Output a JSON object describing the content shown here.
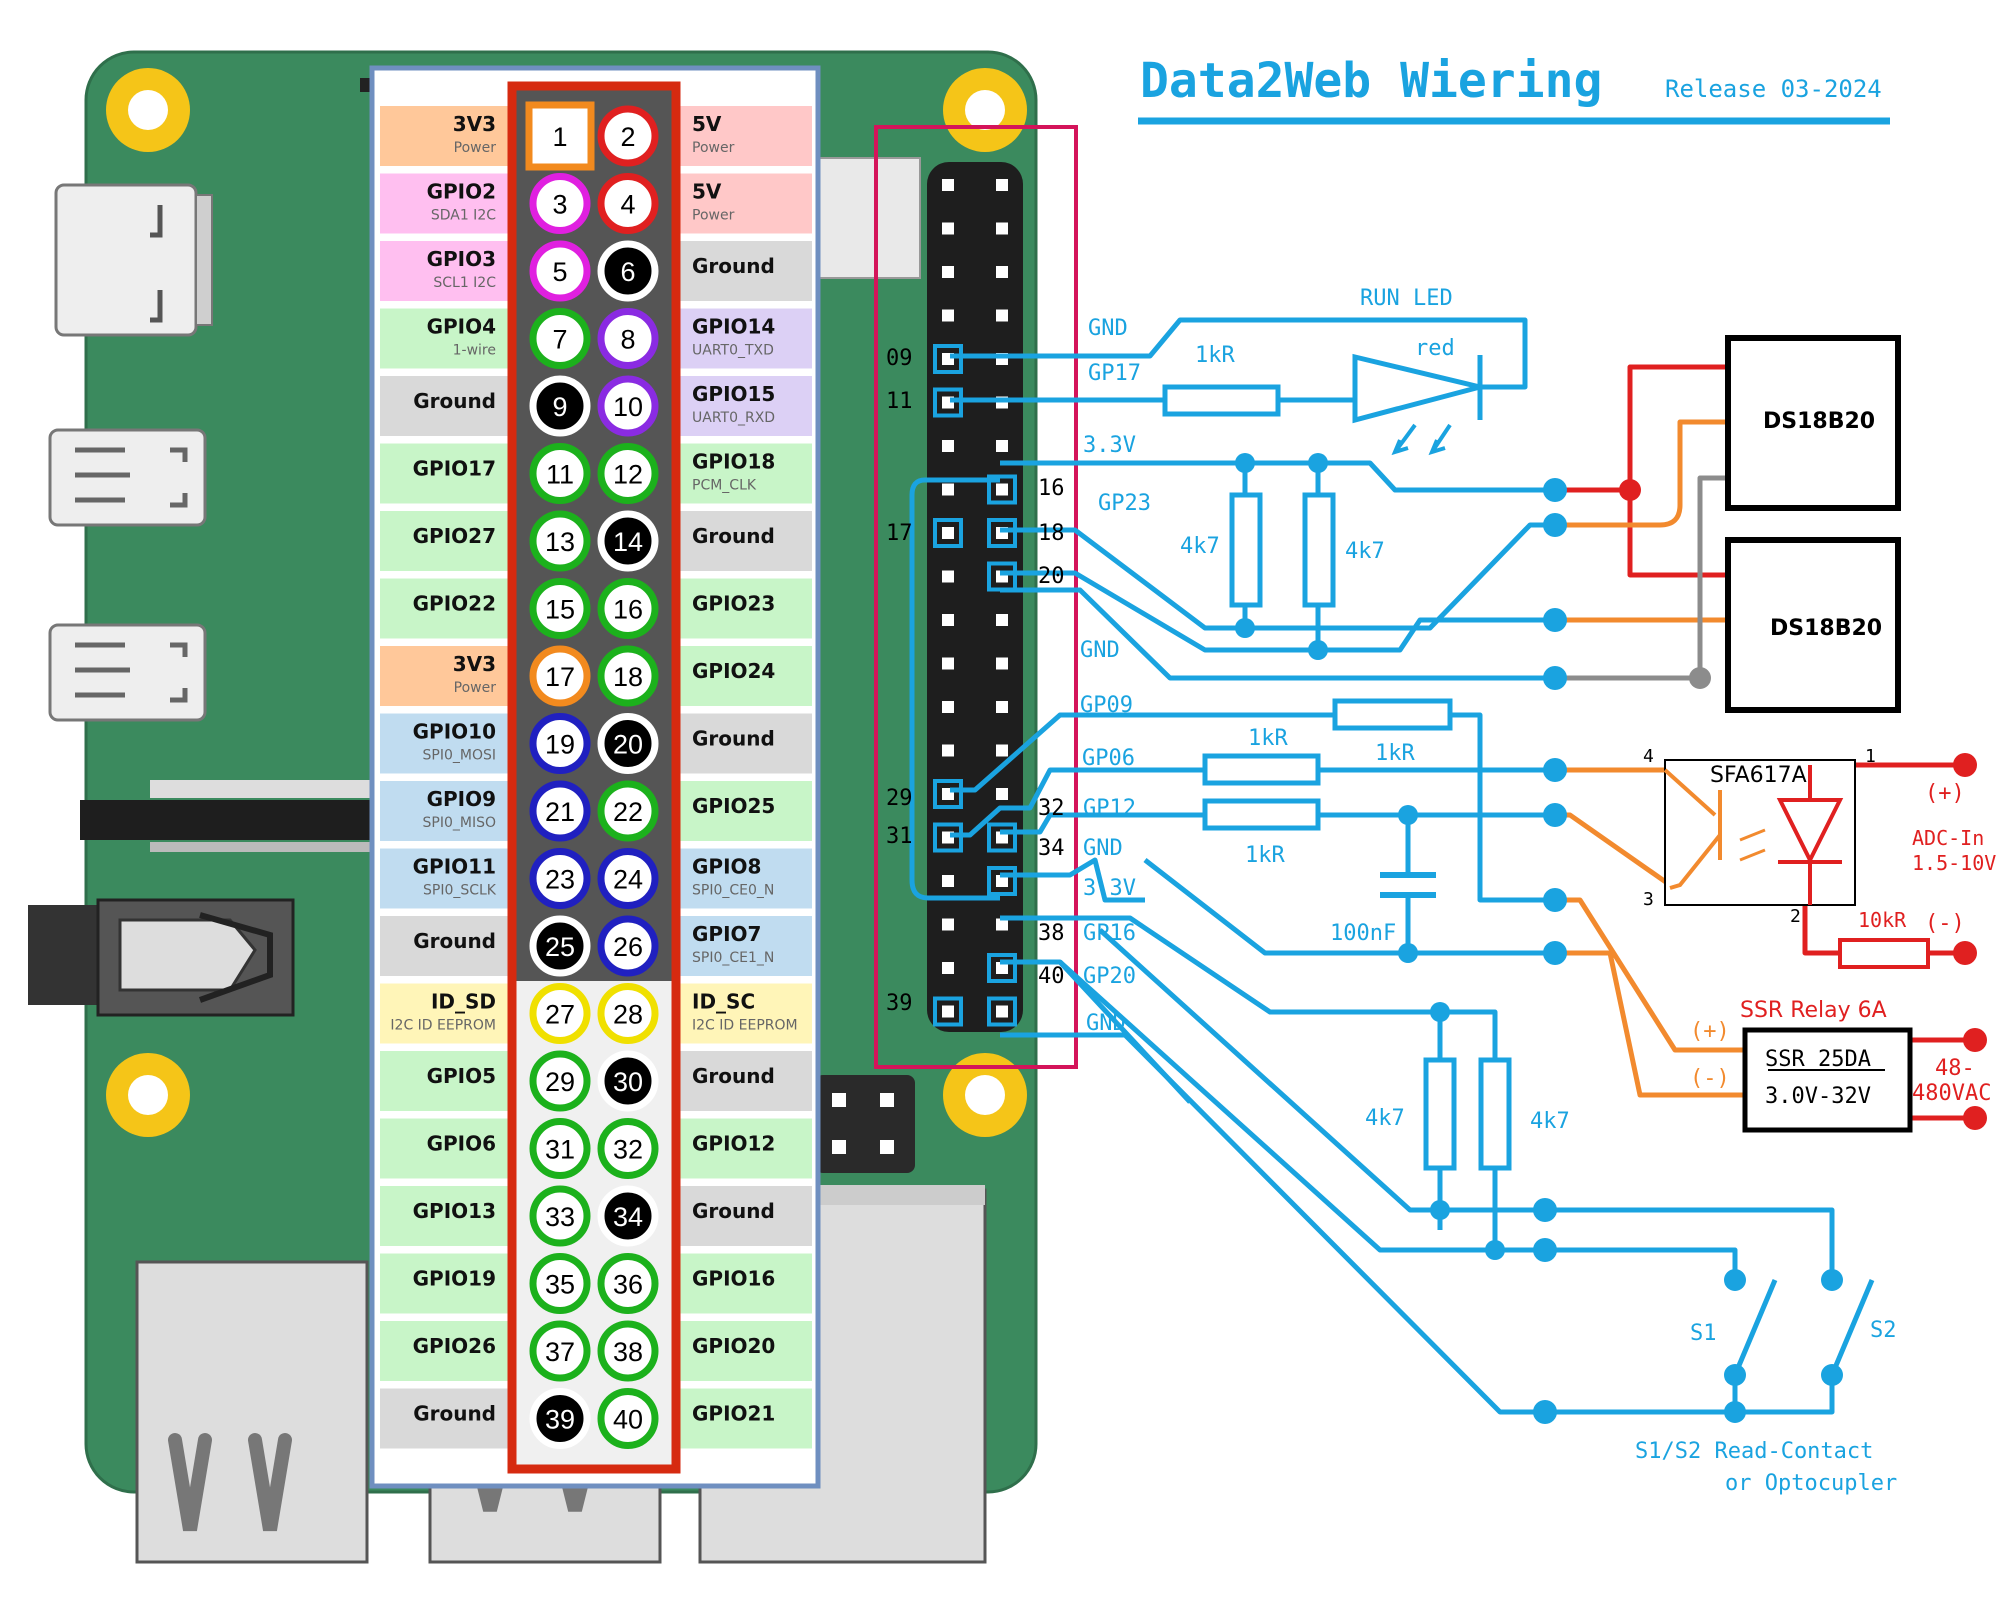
{
  "title": "Data2Web Wiering",
  "release": "Release 03-2024",
  "colors": {
    "board": "#3b8a5e",
    "board_edge": "#2f6f4b",
    "hole": "#f5c518",
    "wire": "#1aa3e0",
    "red": "#e02020",
    "orange": "#f28a2e",
    "gray": "#8c8c8c",
    "header_frame": "#d4145a",
    "pin_frame": "#d62a10",
    "label_frame": "#6f8fc0"
  },
  "pins": [
    {
      "n": "1",
      "ring": "#f28a1e",
      "fill": "#ffffff",
      "text": "#000000"
    },
    {
      "n": "2",
      "ring": "#e02020",
      "fill": "#ffffff",
      "text": "#000000"
    },
    {
      "n": "3",
      "ring": "#e020e0",
      "fill": "#ffffff",
      "text": "#000000"
    },
    {
      "n": "4",
      "ring": "#e02020",
      "fill": "#ffffff",
      "text": "#000000"
    },
    {
      "n": "5",
      "ring": "#e020e0",
      "fill": "#ffffff",
      "text": "#000000"
    },
    {
      "n": "6",
      "ring": "#ffffff",
      "fill": "#000000",
      "text": "#ffffff"
    },
    {
      "n": "7",
      "ring": "#1cb11c",
      "fill": "#ffffff",
      "text": "#000000"
    },
    {
      "n": "8",
      "ring": "#8a2be2",
      "fill": "#ffffff",
      "text": "#000000"
    },
    {
      "n": "9",
      "ring": "#ffffff",
      "fill": "#000000",
      "text": "#ffffff"
    },
    {
      "n": "10",
      "ring": "#8a2be2",
      "fill": "#ffffff",
      "text": "#000000"
    },
    {
      "n": "11",
      "ring": "#1cb11c",
      "fill": "#ffffff",
      "text": "#000000"
    },
    {
      "n": "12",
      "ring": "#1cb11c",
      "fill": "#ffffff",
      "text": "#000000"
    },
    {
      "n": "13",
      "ring": "#1cb11c",
      "fill": "#ffffff",
      "text": "#000000"
    },
    {
      "n": "14",
      "ring": "#ffffff",
      "fill": "#000000",
      "text": "#ffffff"
    },
    {
      "n": "15",
      "ring": "#1cb11c",
      "fill": "#ffffff",
      "text": "#000000"
    },
    {
      "n": "16",
      "ring": "#1cb11c",
      "fill": "#ffffff",
      "text": "#000000"
    },
    {
      "n": "17",
      "ring": "#f28a1e",
      "fill": "#ffffff",
      "text": "#000000"
    },
    {
      "n": "18",
      "ring": "#1cb11c",
      "fill": "#ffffff",
      "text": "#000000"
    },
    {
      "n": "19",
      "ring": "#2020c0",
      "fill": "#ffffff",
      "text": "#000000"
    },
    {
      "n": "20",
      "ring": "#ffffff",
      "fill": "#000000",
      "text": "#ffffff"
    },
    {
      "n": "21",
      "ring": "#2020c0",
      "fill": "#ffffff",
      "text": "#000000"
    },
    {
      "n": "22",
      "ring": "#1cb11c",
      "fill": "#ffffff",
      "text": "#000000"
    },
    {
      "n": "23",
      "ring": "#2020c0",
      "fill": "#ffffff",
      "text": "#000000"
    },
    {
      "n": "24",
      "ring": "#2020c0",
      "fill": "#ffffff",
      "text": "#000000"
    },
    {
      "n": "25",
      "ring": "#ffffff",
      "fill": "#000000",
      "text": "#ffffff"
    },
    {
      "n": "26",
      "ring": "#2020c0",
      "fill": "#ffffff",
      "text": "#000000"
    },
    {
      "n": "27",
      "ring": "#f0e000",
      "fill": "#ffffff",
      "text": "#000000"
    },
    {
      "n": "28",
      "ring": "#f0e000",
      "fill": "#ffffff",
      "text": "#000000"
    },
    {
      "n": "29",
      "ring": "#1cb11c",
      "fill": "#ffffff",
      "text": "#000000"
    },
    {
      "n": "30",
      "ring": "#ffffff",
      "fill": "#000000",
      "text": "#ffffff"
    },
    {
      "n": "31",
      "ring": "#1cb11c",
      "fill": "#ffffff",
      "text": "#000000"
    },
    {
      "n": "32",
      "ring": "#1cb11c",
      "fill": "#ffffff",
      "text": "#000000"
    },
    {
      "n": "33",
      "ring": "#1cb11c",
      "fill": "#ffffff",
      "text": "#000000"
    },
    {
      "n": "34",
      "ring": "#ffffff",
      "fill": "#000000",
      "text": "#ffffff"
    },
    {
      "n": "35",
      "ring": "#1cb11c",
      "fill": "#ffffff",
      "text": "#000000"
    },
    {
      "n": "36",
      "ring": "#1cb11c",
      "fill": "#ffffff",
      "text": "#000000"
    },
    {
      "n": "37",
      "ring": "#1cb11c",
      "fill": "#ffffff",
      "text": "#000000"
    },
    {
      "n": "38",
      "ring": "#1cb11c",
      "fill": "#ffffff",
      "text": "#000000"
    },
    {
      "n": "39",
      "ring": "#ffffff",
      "fill": "#000000",
      "text": "#ffffff"
    },
    {
      "n": "40",
      "ring": "#1cb11c",
      "fill": "#ffffff",
      "text": "#000000"
    }
  ],
  "left_labels": [
    {
      "name": "3V3",
      "sub": "Power",
      "bg": "#ffc89a"
    },
    {
      "name": "GPIO2",
      "sub": "SDA1 I2C",
      "bg": "#ffbff0"
    },
    {
      "name": "GPIO3",
      "sub": "SCL1 I2C",
      "bg": "#ffbff0"
    },
    {
      "name": "GPIO4",
      "sub": "1-wire",
      "bg": "#c8f5c8"
    },
    {
      "name": "Ground",
      "sub": "",
      "bg": "#d9d9d9"
    },
    {
      "name": "GPIO17",
      "sub": "",
      "bg": "#c8f5c8"
    },
    {
      "name": "GPIO27",
      "sub": "",
      "bg": "#c8f5c8"
    },
    {
      "name": "GPIO22",
      "sub": "",
      "bg": "#c8f5c8"
    },
    {
      "name": "3V3",
      "sub": "Power",
      "bg": "#ffc89a"
    },
    {
      "name": "GPIO10",
      "sub": "SPI0_MOSI",
      "bg": "#c0dcf0"
    },
    {
      "name": "GPIO9",
      "sub": "SPI0_MISO",
      "bg": "#c0dcf0"
    },
    {
      "name": "GPIO11",
      "sub": "SPI0_SCLK",
      "bg": "#c0dcf0"
    },
    {
      "name": "Ground",
      "sub": "",
      "bg": "#d9d9d9"
    },
    {
      "name": "ID_SD",
      "sub": "I2C ID EEPROM",
      "bg": "#fff5b8"
    },
    {
      "name": "GPIO5",
      "sub": "",
      "bg": "#c8f5c8"
    },
    {
      "name": "GPIO6",
      "sub": "",
      "bg": "#c8f5c8"
    },
    {
      "name": "GPIO13",
      "sub": "",
      "bg": "#c8f5c8"
    },
    {
      "name": "GPIO19",
      "sub": "",
      "bg": "#c8f5c8"
    },
    {
      "name": "GPIO26",
      "sub": "",
      "bg": "#c8f5c8"
    },
    {
      "name": "Ground",
      "sub": "",
      "bg": "#d9d9d9"
    }
  ],
  "right_labels": [
    {
      "name": "5V",
      "sub": "Power",
      "bg": "#ffc8c8"
    },
    {
      "name": "5V",
      "sub": "Power",
      "bg": "#ffc8c8"
    },
    {
      "name": "Ground",
      "sub": "",
      "bg": "#d9d9d9"
    },
    {
      "name": "GPIO14",
      "sub": "UART0_TXD",
      "bg": "#dcd0f5"
    },
    {
      "name": "GPIO15",
      "sub": "UART0_RXD",
      "bg": "#dcd0f5"
    },
    {
      "name": "GPIO18",
      "sub": "PCM_CLK",
      "bg": "#c8f5c8"
    },
    {
      "name": "Ground",
      "sub": "",
      "bg": "#d9d9d9"
    },
    {
      "name": "GPIO23",
      "sub": "",
      "bg": "#c8f5c8"
    },
    {
      "name": "GPIO24",
      "sub": "",
      "bg": "#c8f5c8"
    },
    {
      "name": "Ground",
      "sub": "",
      "bg": "#d9d9d9"
    },
    {
      "name": "GPIO25",
      "sub": "",
      "bg": "#c8f5c8"
    },
    {
      "name": "GPIO8",
      "sub": "SPI0_CE0_N",
      "bg": "#c0dcf0"
    },
    {
      "name": "GPIO7",
      "sub": "SPI0_CE1_N",
      "bg": "#c0dcf0"
    },
    {
      "name": "ID_SC",
      "sub": "I2C ID EEPROM",
      "bg": "#fff5b8"
    },
    {
      "name": "Ground",
      "sub": "",
      "bg": "#d9d9d9"
    },
    {
      "name": "GPIO12",
      "sub": "",
      "bg": "#c8f5c8"
    },
    {
      "name": "Ground",
      "sub": "",
      "bg": "#d9d9d9"
    },
    {
      "name": "GPIO16",
      "sub": "",
      "bg": "#c8f5c8"
    },
    {
      "name": "GPIO20",
      "sub": "",
      "bg": "#c8f5c8"
    },
    {
      "name": "GPIO21",
      "sub": "",
      "bg": "#c8f5c8"
    }
  ],
  "header_pin_numbers": {
    "p09": "09",
    "p11": "11",
    "p16": "16",
    "p17": "17",
    "p18": "18",
    "p20": "20",
    "p29": "29",
    "p31": "31",
    "p32": "32",
    "p34": "34",
    "p38": "38",
    "p40": "40",
    "p39": "39"
  },
  "signals": {
    "gnd_a": "GND",
    "gp17": "GP17",
    "v33_a": "3.3V",
    "gp23": "GP23",
    "gnd_b": "GND",
    "gp09": "GP09",
    "gp06": "GP06",
    "gp12": "GP12",
    "gnd_c": "GND",
    "v33_b": "3.3V",
    "gp16": "GP16",
    "gp20": "GP20",
    "gnd_d": "GND"
  },
  "components": {
    "run_led": "RUN  LED",
    "led_color": "red",
    "r_led": "1kR",
    "r_4k7_a": "4k7",
    "r_4k7_b": "4k7",
    "ds18b20_a": "DS18B20",
    "ds18b20_b": "DS18B20",
    "r_1k_top": "1kR",
    "r_1k_gp06": "1kR",
    "r_1k_gp12": "1kR",
    "cap": "100nF",
    "opto": "SFA617A",
    "opto_p1": "1",
    "opto_p2": "2",
    "opto_p3": "3",
    "opto_p4": "4",
    "adc_plus": "(+)",
    "adc_minus": "(-)",
    "adc_label_1": "ADC-In",
    "adc_label_2": "1.5-10V",
    "r_10k": "10kR",
    "ssr_title": "SSR Relay 6A",
    "ssr_name": "SSR 25DA",
    "ssr_range": "3.0V-32V",
    "ssr_plus": "(+)",
    "ssr_minus": "(-)",
    "ac_1": "48-",
    "ac_2": "480VAC",
    "r_4k7_c": "4k7",
    "r_4k7_d": "4k7",
    "s1": "S1",
    "s2": "S2",
    "switch_note_1": "S1/S2 Read-Contact",
    "switch_note_2": "or Optocupler"
  }
}
